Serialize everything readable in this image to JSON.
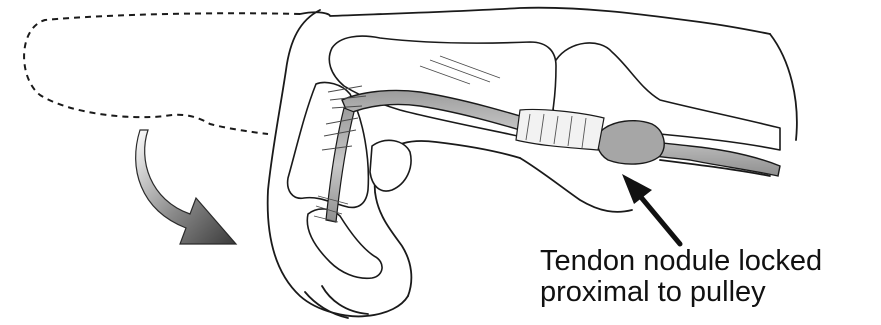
{
  "annotation": {
    "line1": "Tendon nodule locked",
    "line2": "proximal to pulley"
  },
  "colors": {
    "outline": "#1a1a1a",
    "tendon_fill": "#b3b3b3",
    "nodule_fill": "#a6a6a6",
    "arrow_fill": "#555555",
    "background": "#ffffff"
  },
  "icons": {
    "flexion_arrow": "curved-arrow",
    "pointer_arrow": "straight-arrow"
  }
}
